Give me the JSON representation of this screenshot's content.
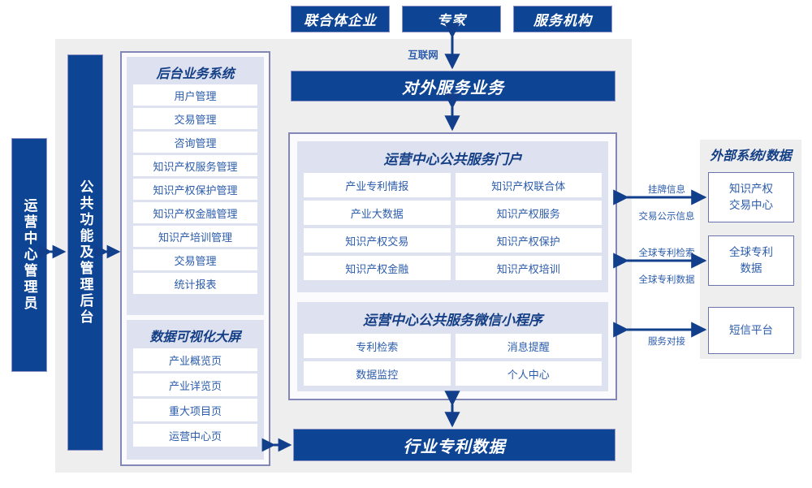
{
  "top_actors": [
    {
      "label": "联合体企业"
    },
    {
      "label": "专家"
    },
    {
      "label": "服务机构"
    }
  ],
  "internet_label": "互联网",
  "external_service_bar": {
    "label": "对外服务业务"
  },
  "bottom_bar": {
    "label": "行业专利数据"
  },
  "left_roles": [
    {
      "label": "运营中心管理员"
    },
    {
      "label": "公共功能及管理后台"
    }
  ],
  "backend_system": {
    "title": "后台业务系统",
    "items": [
      {
        "label": "用户管理"
      },
      {
        "label": "交易管理"
      },
      {
        "label": "咨询管理"
      },
      {
        "label": "知识产权服务管理"
      },
      {
        "label": "知识产权保护管理"
      },
      {
        "label": "知识产权金融管理"
      },
      {
        "label": "知识产培训管理"
      },
      {
        "label": "交易管理"
      },
      {
        "label": "统计报表"
      }
    ]
  },
  "visual_screen": {
    "title": "数据可视化大屏",
    "items": [
      {
        "label": "产业概览页"
      },
      {
        "label": "产业详览页"
      },
      {
        "label": "重大项目页"
      },
      {
        "label": "运营中心页"
      }
    ]
  },
  "portal": {
    "title": "运营中心公共服务门户",
    "items": [
      {
        "label": "产业专利情报"
      },
      {
        "label": "知识产权联合体"
      },
      {
        "label": "产业大数据"
      },
      {
        "label": "知识产权服务"
      },
      {
        "label": "知识产权交易"
      },
      {
        "label": "知识产权保护"
      },
      {
        "label": "知识产权金融"
      },
      {
        "label": "知识产权培训"
      }
    ]
  },
  "miniprogram": {
    "title": "运营中心公共服务微信小程序",
    "items": [
      {
        "label": "专利检索"
      },
      {
        "label": "消息提醒"
      },
      {
        "label": "数据监控"
      },
      {
        "label": "个人中心"
      }
    ]
  },
  "external": {
    "title": "外部系统/数据",
    "items": [
      {
        "label": "知识产权\n交易中心"
      },
      {
        "label": "全球专利\n数据"
      },
      {
        "label": "短信平台"
      }
    ],
    "connectors": [
      {
        "above": "挂牌信息",
        "below": "交易公示信息"
      },
      {
        "above": "全球专利检索",
        "below": "全球专利数据"
      },
      {
        "above": "",
        "below": "服务对接"
      }
    ]
  },
  "colors": {
    "brand_blue": "#0d4494",
    "arrow_blue": "#123f8c",
    "panel_gray": "#eeeeee",
    "panel_lavender": "#dee1ef",
    "border_purple": "#8287b8",
    "text_blue": "#2b5cab"
  }
}
